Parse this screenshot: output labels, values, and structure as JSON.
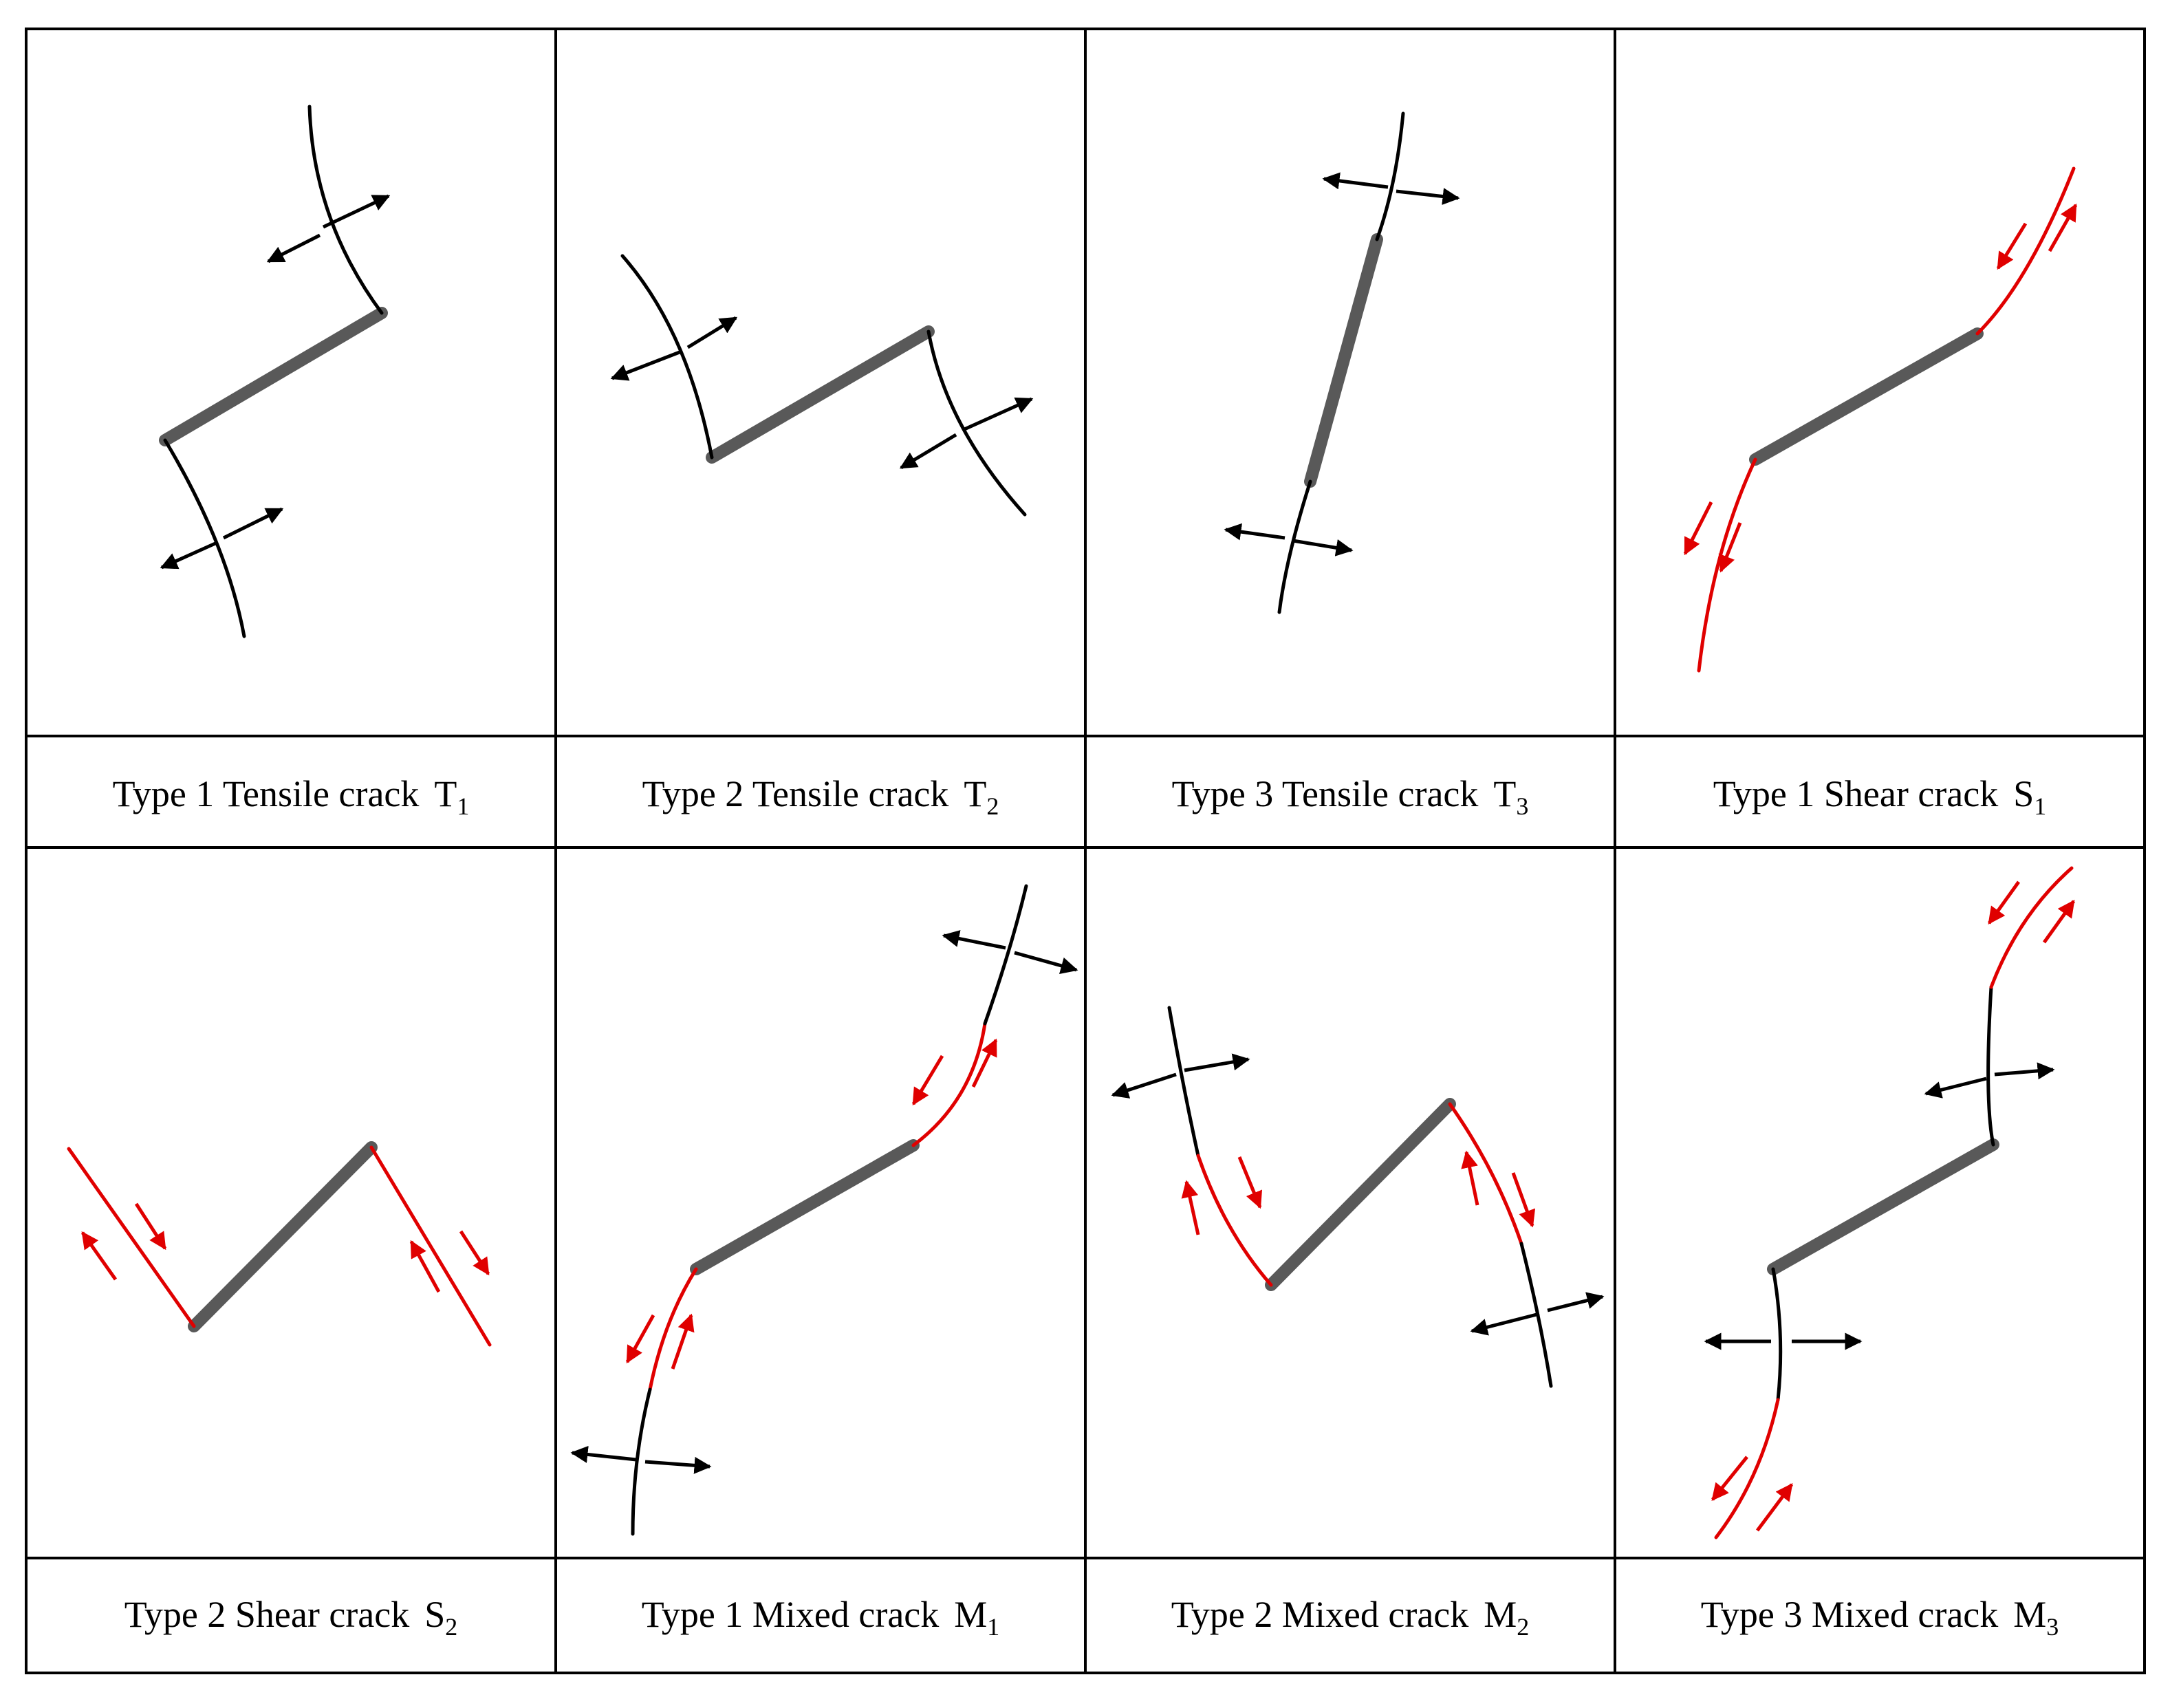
{
  "colors": {
    "tensile": "#000000",
    "shear": "#e00000",
    "bridge": "#595959",
    "frame": "#000000"
  },
  "cells": [
    {
      "label": "Type 1 Tensile crack",
      "symbol": "T",
      "sub": "1"
    },
    {
      "label": "Type 2 Tensile crack",
      "symbol": "T",
      "sub": "2"
    },
    {
      "label": "Type 3 Tensile crack",
      "symbol": "T",
      "sub": "3"
    },
    {
      "label": "Type 1 Shear crack",
      "symbol": "S",
      "sub": "1"
    },
    {
      "label": "Type 2 Shear crack",
      "symbol": "S",
      "sub": "2"
    },
    {
      "label": "Type 1 Mixed crack",
      "symbol": "M",
      "sub": "1"
    },
    {
      "label": "Type 2 Mixed crack",
      "symbol": "M",
      "sub": "2"
    },
    {
      "label": "Type 3 Mixed crack",
      "symbol": "M",
      "sub": "3"
    }
  ]
}
